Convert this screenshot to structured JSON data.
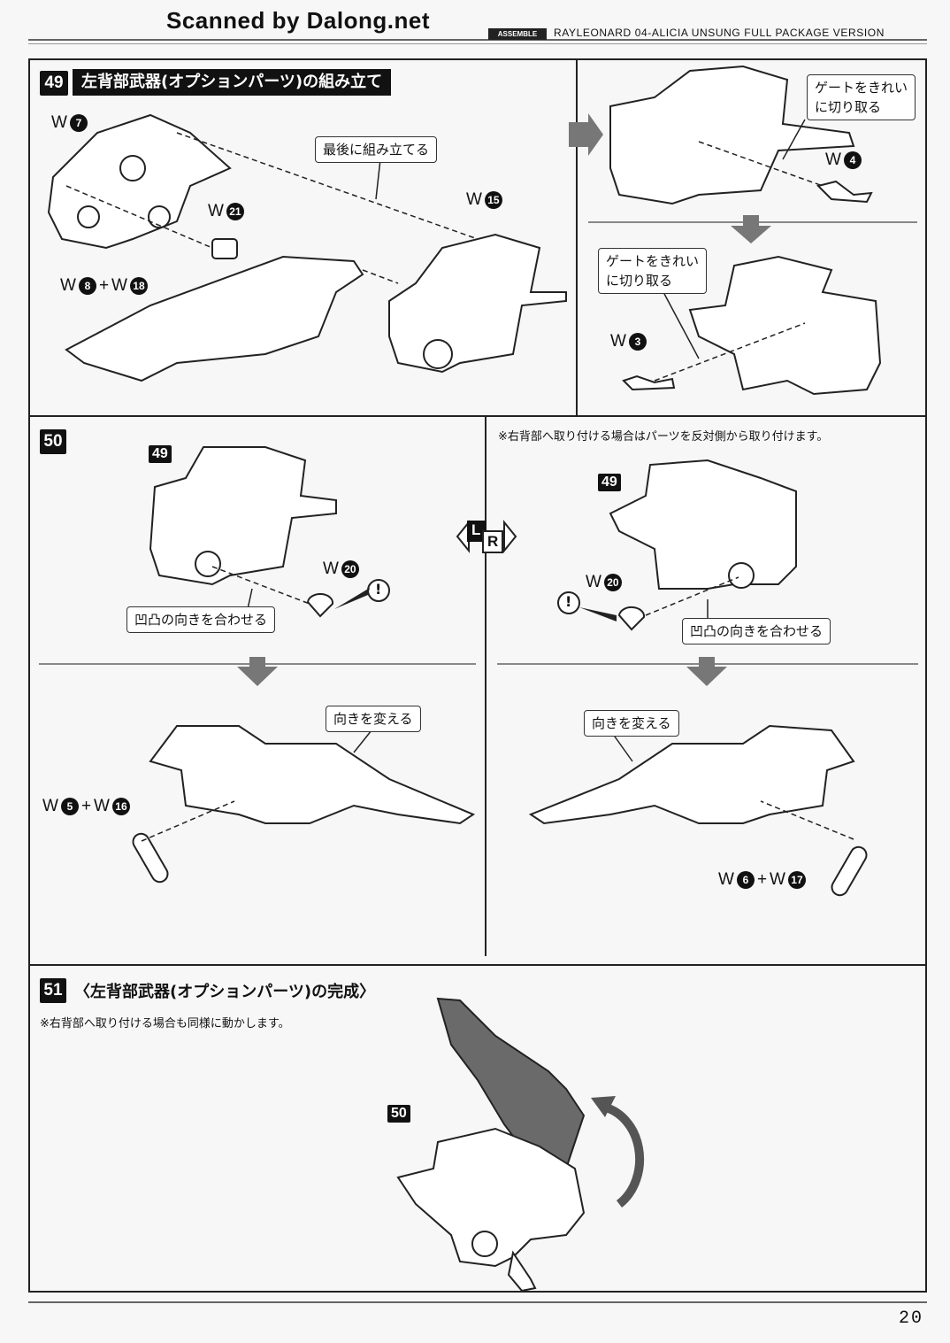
{
  "watermark": "Scanned by Dalong.net",
  "header": {
    "badge": "ASSEMBLE",
    "title": "RAYLEONARD 04-ALICIA UNSUNG FULL PACKAGE VERSION"
  },
  "step49": {
    "number": "49",
    "title": "左背部武器(オプションパーツ)の組み立て",
    "callout_assemble_last": "最後に組み立てる",
    "callout_gate_1": "ゲートをきれい\nに切り取る",
    "callout_gate_2": "ゲートをきれい\nに切り取る",
    "parts": {
      "w7": "7",
      "w21": "21",
      "w15": "15",
      "w8": "8",
      "w18": "18",
      "w4": "4",
      "w3": "3",
      "w_letter": "W",
      "plus": "+"
    }
  },
  "step50": {
    "number": "50",
    "note": "※右背部へ取り付ける場合はパーツを反対側から取り付けます。",
    "ref": "49",
    "w20": "20",
    "callout_align": "凹凸の向きを合わせる",
    "callout_turn": "向きを変える",
    "lr_l": "L",
    "lr_r": "R",
    "parts": {
      "w5": "5",
      "w16": "16",
      "w6": "6",
      "w17": "17"
    },
    "warn": "!"
  },
  "step51": {
    "number": "51",
    "title": "〈左背部武器(オプションパーツ)の完成〉",
    "note": "※右背部へ取り付ける場合も同様に動かします。",
    "ref": "50"
  },
  "page_number": "20"
}
